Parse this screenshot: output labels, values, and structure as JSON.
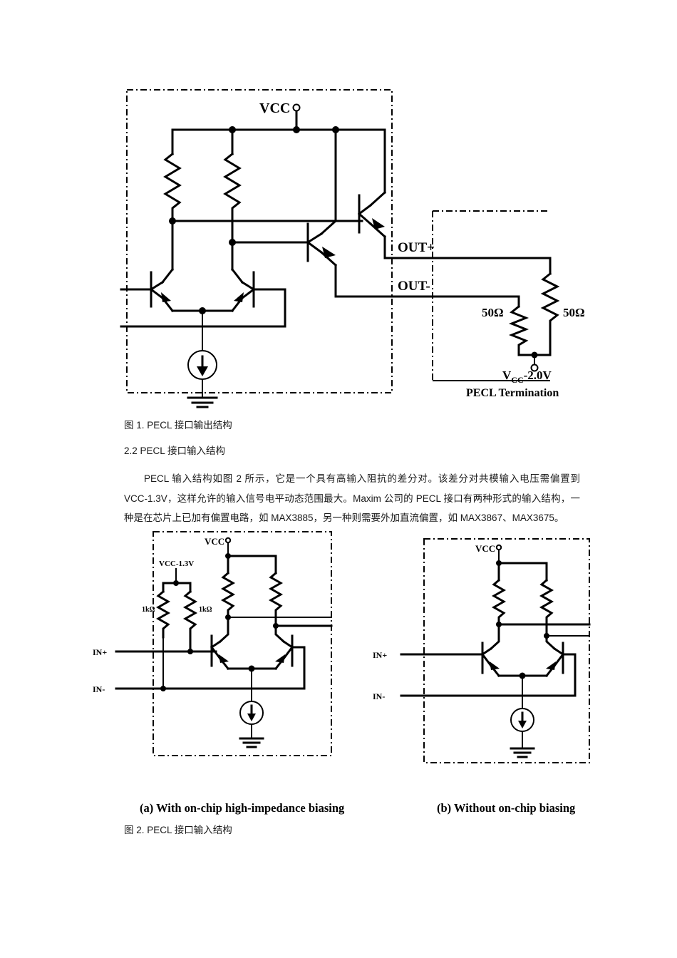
{
  "document": {
    "figure1": {
      "caption": "图 1. PECL 接口输出结构",
      "labels": {
        "vcc": "VCC",
        "out_plus": "OUT+",
        "out_minus": "OUT-",
        "r_left": "50Ω",
        "r_right": "50Ω",
        "term_supply_main": "V",
        "term_supply_sub": "CC",
        "term_supply_rest": "-2.0V",
        "term_title": "PECL Termination"
      }
    },
    "section": {
      "heading": "2.2 PECL 接口输入结构",
      "paragraph": "PECL 输入结构如图 2 所示，它是一个具有高输入阻抗的差分对。该差分对共模输入电压需偏置到 VCC-1.3V，这样允许的输入信号电平动态范围最大。Maxim 公司的 PECL 接口有两种形式的输入结构，一种是在芯片上已加有偏置电路，如 MAX3885，另一种则需要外加直流偏置，如 MAX3867、MAX3675。"
    },
    "figure2": {
      "caption": "图 2. PECL 接口输入结构",
      "subcaption_a": "(a) With on-chip high-impedance biasing",
      "subcaption_b": "(b) Without on-chip biasing",
      "panel_a": {
        "vcc": "VCC",
        "bias_supply": "VCC-1.3V",
        "r_bias_left": "1kΩ",
        "r_bias_right": "1kΩ",
        "in_plus": "IN+",
        "in_minus": "IN-"
      },
      "panel_b": {
        "vcc": "VCC",
        "in_plus": "IN+",
        "in_minus": "IN-"
      }
    }
  },
  "colors": {
    "ink": "#000000",
    "page": "#ffffff",
    "body_text": "#1a1a1a"
  }
}
